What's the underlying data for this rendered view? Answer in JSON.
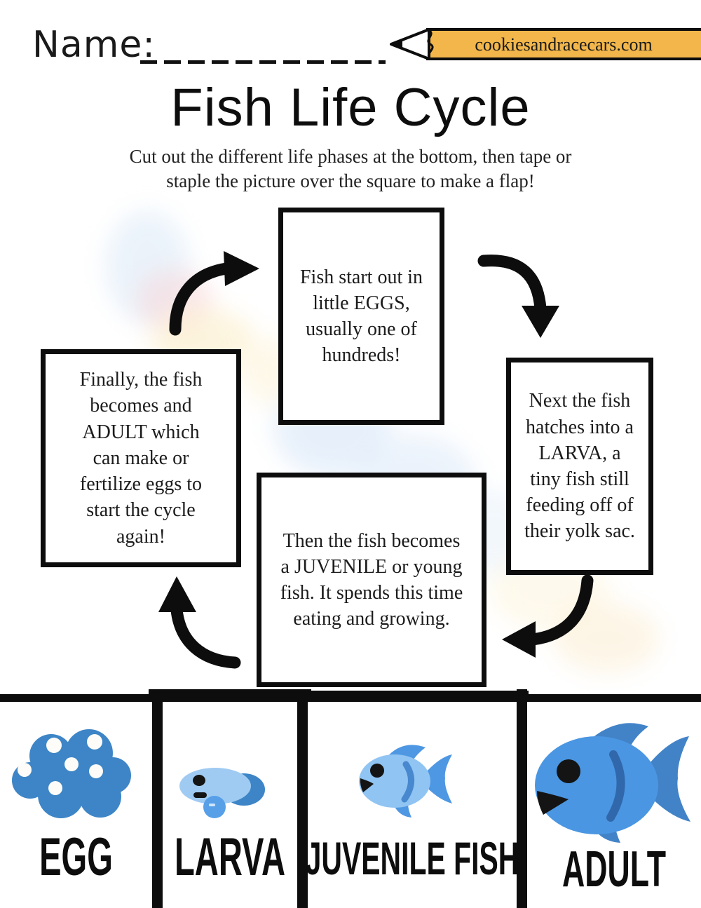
{
  "header": {
    "name_label": "Name:",
    "website": "cookiesandracecars.com"
  },
  "title": "Fish Life Cycle",
  "subtitle": "Cut out the different life phases at the bottom, then tape or\nstaple the picture over the square to make a flap!",
  "cycle_steps": {
    "egg": "Fish start out in\nlittle EGGS,\nusually one of\nhundreds!",
    "larva": "Next the fish\nhatches into a\nLARVA, a\ntiny fish still\nfeeding off of\ntheir yolk sac.",
    "juvenile": "Then the fish becomes\na JUVENILE or young\nfish. It spends this time\neating and growing.",
    "adult": "Finally, the fish\nbecomes and\nADULT which\ncan make or\nfertilize eggs to\nstart the cycle\nagain!"
  },
  "cutouts": {
    "egg_label": "EGG",
    "larva_label": "LARVA",
    "juvenile_label": "JUVENILE FISH",
    "adult_label": "ADULT"
  },
  "colors": {
    "pencil_yellow": "#f2b64a",
    "egg_blue": "#3d85c6",
    "larva_body_blue": "#9fcbf3",
    "yolk_blue": "#57a0e8",
    "juvenile_body_blue": "#90c4f2",
    "fin_blue": "#4e97e3",
    "adult_body_blue": "#4a96e2",
    "adult_fin_blue": "#4283c8",
    "gill_blue": "#3068ab",
    "outline_black": "#0d0d0d"
  }
}
